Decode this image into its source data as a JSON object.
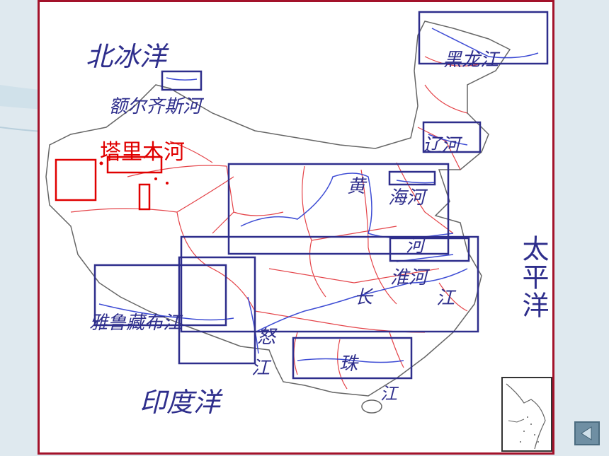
{
  "oceans": {
    "arctic": "北冰洋",
    "pacific": "太平洋",
    "indian": "印度洋"
  },
  "rivers": {
    "heilongjiang": "黑龙江",
    "erqisi": "额尔齐斯河",
    "tarim": "塔里木河",
    "liaohe": "辽河",
    "huang_1": "黄",
    "huang_2": "河",
    "haihe": "海河",
    "huaihe": "淮河",
    "chang_1": "长",
    "chang_2": "江",
    "yarlung": "雅鲁藏布江",
    "nu_1": "怒",
    "nu_2": "江",
    "zhu_1": "珠",
    "zhu_2": "江"
  },
  "colors": {
    "frame": "#a3122a",
    "border_lines": "#e0242a",
    "river_lines": "#2a3ad0",
    "highlight_boxes": "#2e2e8c",
    "tarim_boxes": "#e00000"
  },
  "icons": {
    "nav": "back-arrow-icon"
  }
}
